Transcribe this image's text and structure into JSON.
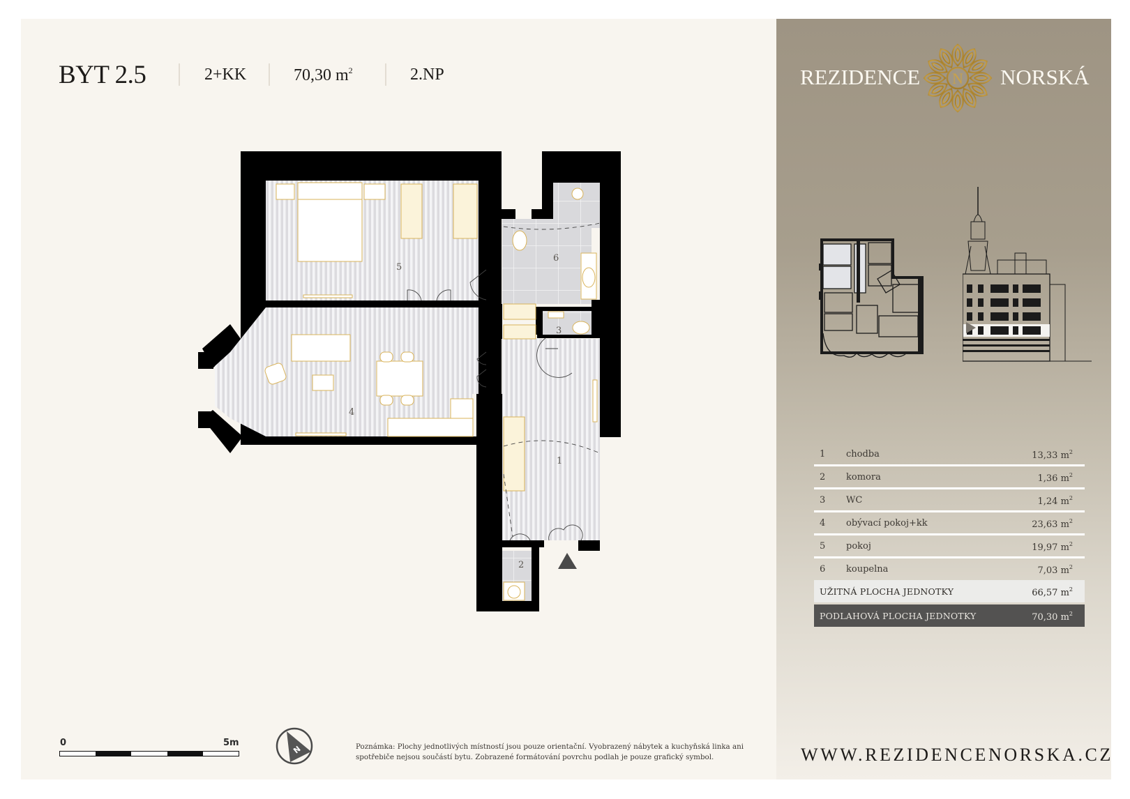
{
  "header": {
    "title": "BYT 2.5",
    "layout": "2+KK",
    "area_value": "70,30 m",
    "area_unit_sup": "2",
    "floor": "2.NP"
  },
  "brand": {
    "left_word": "REZIDENCE",
    "right_word": "NORSKÁ",
    "emblem_letter": "N",
    "emblem_icon": "gold-floral-emblem",
    "url": "WWW.REZIDENCENORSKA.CZ",
    "colors": {
      "panel_top": "#9e9483",
      "panel_bottom": "#f3efe8",
      "gold": "#c9a24a",
      "card_bg": "#f8f5ef",
      "total_dark": "#535251"
    }
  },
  "plan": {
    "room_labels": [
      "1",
      "2",
      "3",
      "4",
      "5",
      "6"
    ],
    "entrance_marker": "entrance-triangle-icon"
  },
  "rooms": [
    {
      "num": "1",
      "name": "chodba",
      "area": "13,33 m",
      "sup": "2"
    },
    {
      "num": "2",
      "name": "komora",
      "area": "1,36 m",
      "sup": "2"
    },
    {
      "num": "3",
      "name": "WC",
      "area": "1,24 m",
      "sup": "2"
    },
    {
      "num": "4",
      "name": "obývací pokoj+kk",
      "area": "23,63 m",
      "sup": "2"
    },
    {
      "num": "5",
      "name": "pokoj",
      "area": "19,97 m",
      "sup": "2"
    },
    {
      "num": "6",
      "name": "koupelna",
      "area": "7,03 m",
      "sup": "2"
    }
  ],
  "totals": {
    "usable_label": "UŽITNÁ PLOCHA JEDNOTKY",
    "usable_area": "66,57 m",
    "floor_label": "PODLAHOVÁ PLOCHA JEDNOTKY",
    "floor_area": "70,30 m",
    "sup": "2"
  },
  "footer": {
    "scale_start": "0",
    "scale_end": "5m",
    "north_letter": "N",
    "note": "Poznámka: Plochy jednotlivých místností jsou pouze orientační. Vyobrazený nábytek a kuchyňská linka ani spotřebiče nejsou součástí bytu. Zobrazené formátování povrchu podlah je pouze grafický symbol."
  }
}
